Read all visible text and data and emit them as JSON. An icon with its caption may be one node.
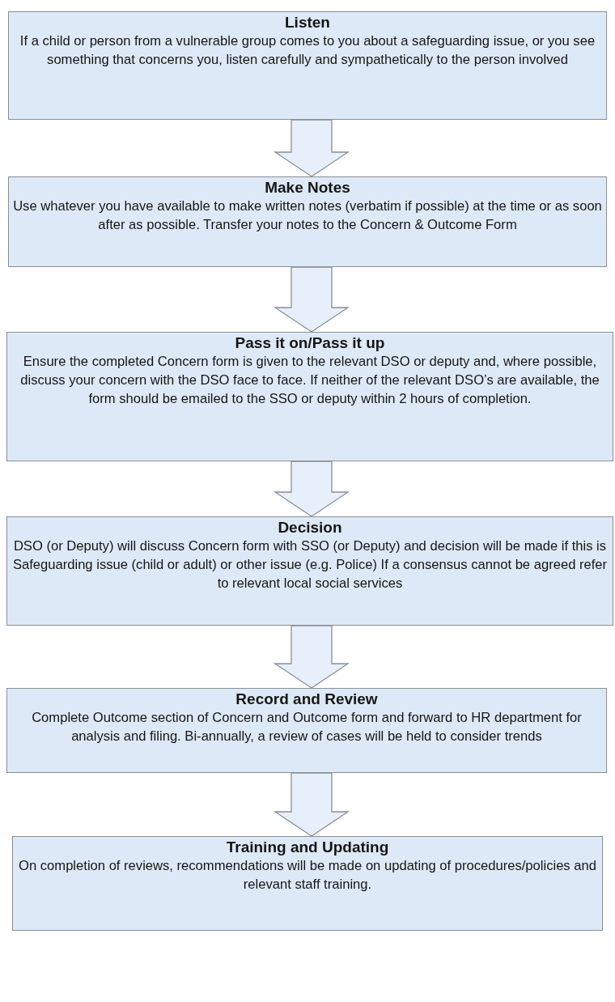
{
  "diagram": {
    "nodes": [
      {
        "text": [
          "Listen",
          "If a child or person from a vulnerable group comes to you about a safeguarding issue, or you see something that concerns you, listen carefully and sympathetically to the person involved"
        ]
      },
      {
        "text": [
          "Make Notes",
          "Use whatever you have available to make written notes (verbatim if possible) at the time or as soon after as possible. Transfer your notes to the Concern & Outcome Form"
        ]
      },
      {
        "text": [
          "Pass it on/Pass it up",
          "Ensure the completed Concern form is given to the relevant DSO or deputy and, where possible, discuss your concern with the DSO face to face. If neither of the relevant DSO’s are available, the form should be emailed to the SSO or deputy within 2 hours of completion."
        ]
      },
      {
        "text": [
          "Decision",
          "DSO (or Deputy) will discuss Concern form  with SSO (or Deputy) and decision will be made if this is Safeguarding issue (child or adult) or other issue (e.g. Police) If a consensus cannot be agreed refer to relevant local social services"
        ]
      },
      {
        "text": [
          "Record and Review",
          "Complete Outcome section of Concern and Outcome  form and forward to HR department for analysis and filing. Bi-annually, a review of cases will be held to consider trends"
        ]
      },
      {
        "text": [
          "Training and Updating",
          "On completion of reviews, recommendations will be made on updating of procedures/policies and relevant staff training."
        ]
      }
    ],
    "edges": [
      {
        "from": 0,
        "to": 1,
        "arrow": "to"
      },
      {
        "from": 1,
        "to": 2,
        "arrow": "to"
      },
      {
        "from": 2,
        "to": 3,
        "arrow": "to"
      },
      {
        "from": 3,
        "to": 4,
        "arrow": "to"
      },
      {
        "from": 4,
        "to": 5,
        "arrow": "to"
      }
    ]
  }
}
